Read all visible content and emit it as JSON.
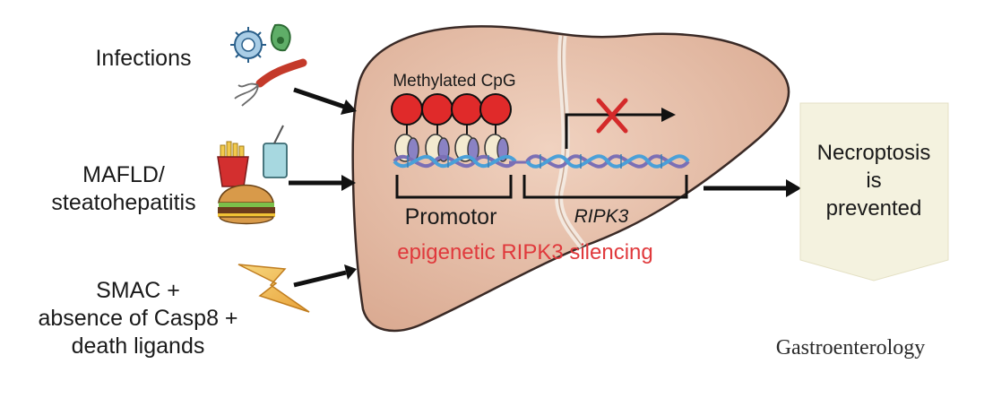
{
  "triggers": {
    "infections": "Infections",
    "mafld_line1": "MAFLD/",
    "mafld_line2": "steatohepatitis",
    "smac_line1": "SMAC +",
    "smac_line2": "absence of Casp8 +",
    "smac_line3": "death ligands"
  },
  "liver": {
    "methylated_label": "Methylated CpG",
    "promotor_label": "Promotor",
    "gene_label": "RIPK3",
    "silencing_label": "epigenetic RIPK3 silencing"
  },
  "outcome": {
    "line1": "Necroptosis",
    "line2": "is",
    "line3": "prevented"
  },
  "journal": "Gastroenterology",
  "colors": {
    "liver_fill": "#e8bfa8",
    "methyl_red": "#e02a2a",
    "silencing_text": "#e0393c",
    "block_x": "#d42a2a",
    "dna_blue": "#4aa0d8",
    "dna_purple": "#7b6fb5",
    "outcome_box": "#f4f2df"
  },
  "icons": [
    "virus-icon",
    "bacteria-icon",
    "fast-food-icon",
    "lightning-icon",
    "block-x-icon"
  ]
}
